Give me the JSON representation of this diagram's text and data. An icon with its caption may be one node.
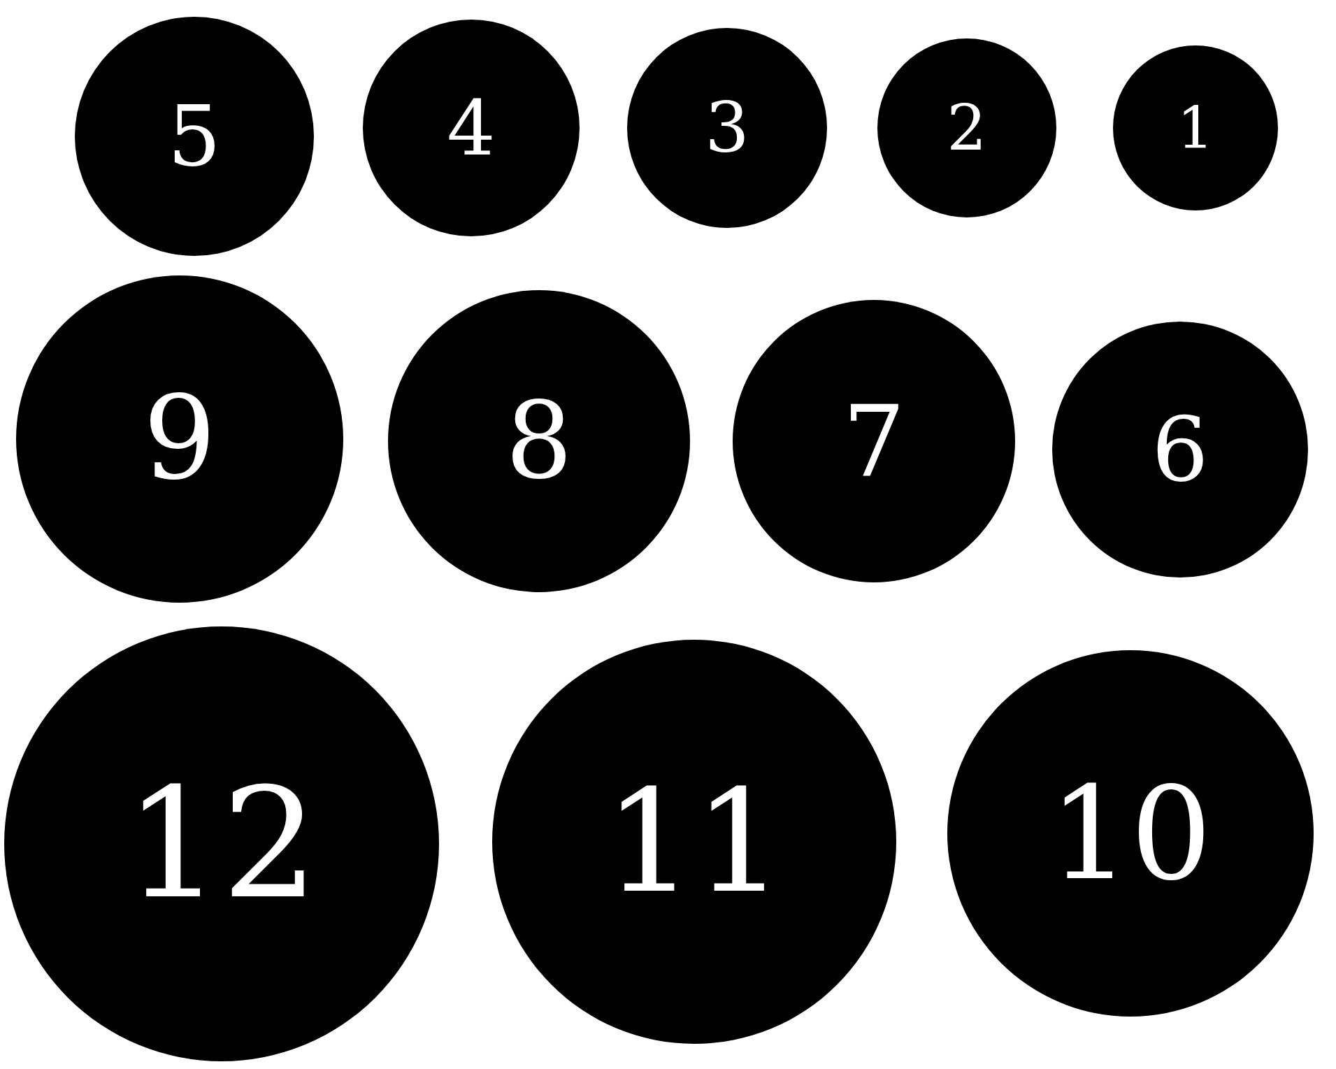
{
  "diagram": {
    "nodes": [
      {
        "text": [
          "5"
        ]
      },
      {
        "text": [
          "4"
        ]
      },
      {
        "text": [
          "3"
        ]
      },
      {
        "text": [
          "2"
        ]
      },
      {
        "text": [
          "1"
        ]
      },
      {
        "text": [
          "9"
        ]
      },
      {
        "text": [
          "8"
        ]
      },
      {
        "text": [
          "7"
        ]
      },
      {
        "text": [
          "6"
        ]
      },
      {
        "text": [
          "12"
        ]
      },
      {
        "text": [
          "11"
        ]
      },
      {
        "text": [
          "10"
        ]
      }
    ]
  }
}
